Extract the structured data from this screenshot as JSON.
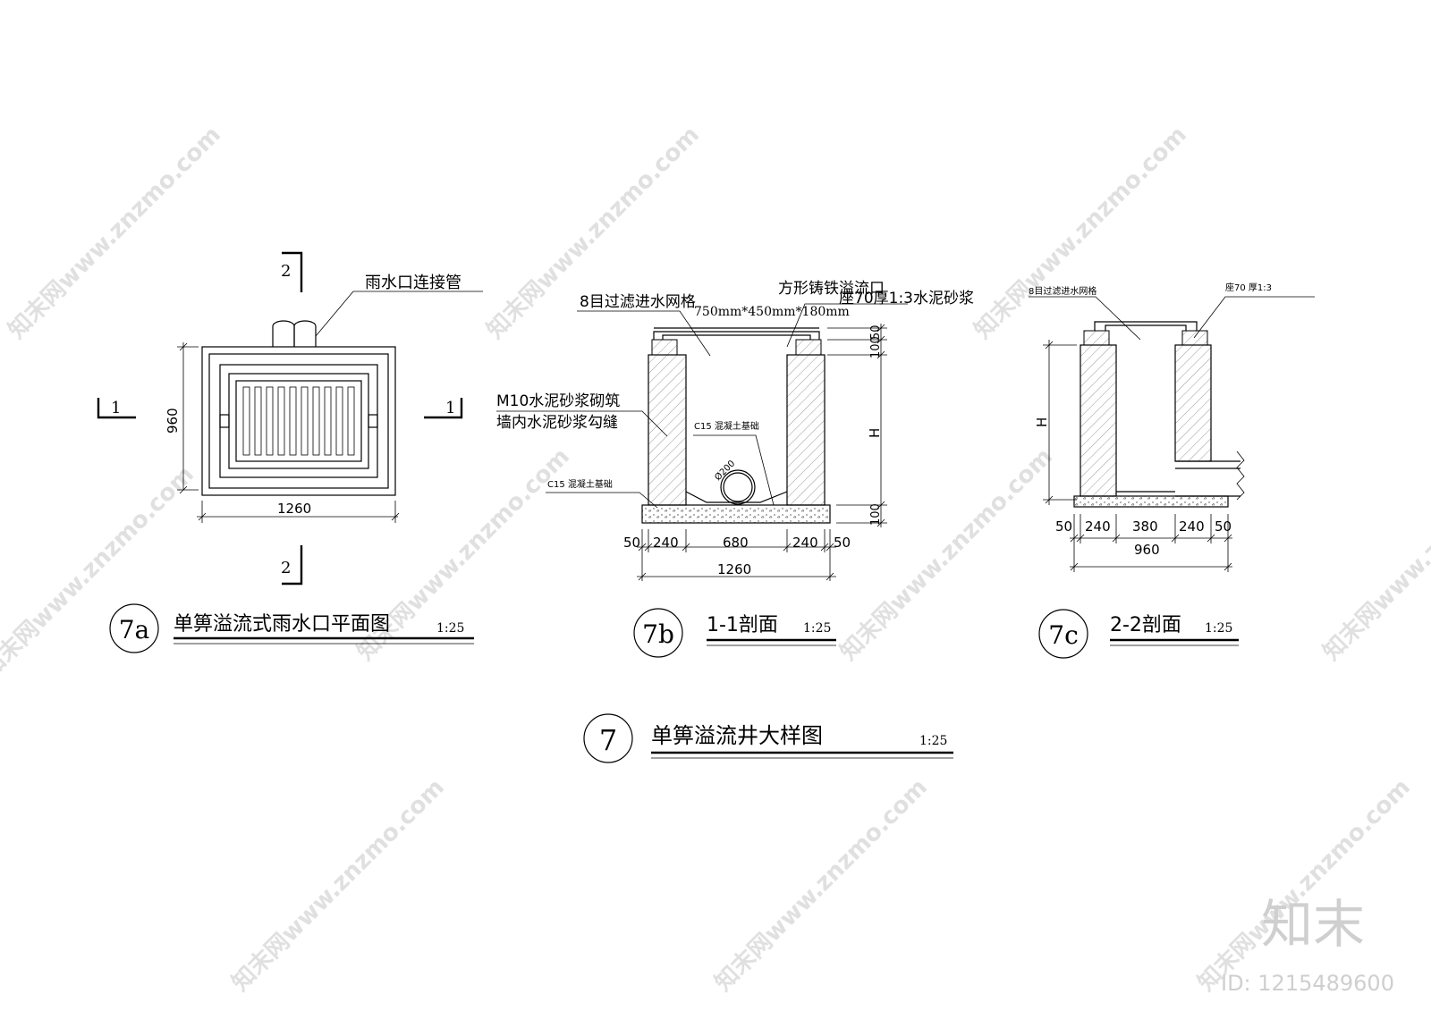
{
  "plan": {
    "section_mark_top": "2",
    "section_mark_bottom": "2",
    "section_mark_left": "1",
    "section_mark_right": "1",
    "pipe_label": "雨水口连接管",
    "dim_height": "960",
    "dim_width": "1260",
    "badge": "7a",
    "title": "单箅溢流式雨水口平面图",
    "scale": "1:25"
  },
  "section11": {
    "label_grid": "8目过滤进水网格",
    "label_inlet": "方形铸铁溢流口",
    "label_inlet_size": "750mm*450mm*180mm",
    "label_mortar": "座70厚1:3水泥砂浆",
    "label_wall_1": "M10水泥砂浆砌筑",
    "label_wall_2": "墙内水泥砂浆勾缝",
    "label_base_inner": "C15  混凝土基础",
    "label_base_outer": "C15  混凝土基础",
    "pipe_dia": "Ø200",
    "dim_top": "100",
    "dim_top2": "50",
    "dim_h": "H",
    "dim_bottom": "100",
    "dims_row": [
      "50",
      "240",
      "680",
      "240",
      "50"
    ],
    "dim_total": "1260",
    "badge": "7b",
    "title": "1-1剖面",
    "scale": "1:25"
  },
  "section22": {
    "label_grid": "8目过滤进水网格",
    "label_mortar": "座70  厚1:3",
    "dim_h": "H",
    "dims_row": [
      "50",
      "240",
      "380",
      "240",
      "50"
    ],
    "dim_total": "960",
    "badge": "7c",
    "title": "2-2剖面",
    "scale": "1:25"
  },
  "main": {
    "badge": "7",
    "title": "单箅溢流井大样图",
    "scale": "1:25"
  },
  "brand": {
    "logo_text": "知末",
    "id_text": "ID: 1215489600",
    "watermark": "知末网www.znzmo.com"
  }
}
